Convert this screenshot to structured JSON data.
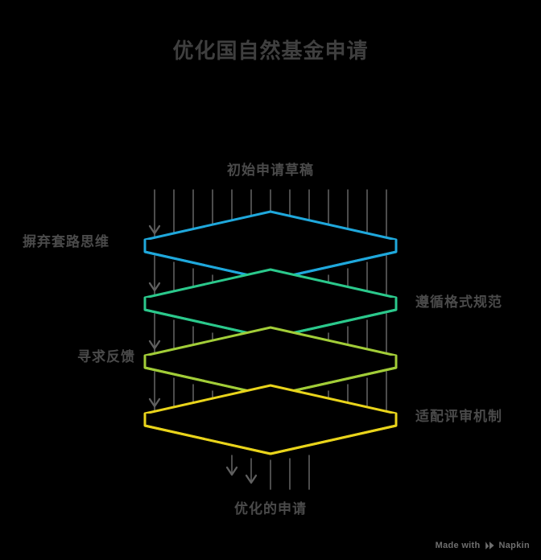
{
  "title": "优化国自然基金申请",
  "labels": {
    "input": "初始申请草稿",
    "output": "优化的申请",
    "layer1_left": "摒弃套路思维",
    "layer2_right": "遵循格式规范",
    "layer3_left": "寻求反馈",
    "layer4_right": "适配评审机制"
  },
  "layers": [
    {
      "name": "摒弃套路思维",
      "color": "#1FA8DC",
      "side": "left"
    },
    {
      "name": "遵循格式规范",
      "color": "#2BC98C",
      "side": "right"
    },
    {
      "name": "寻求反馈",
      "color": "#A2CD38",
      "side": "left"
    },
    {
      "name": "适配评审机制",
      "color": "#E9D41B",
      "side": "right"
    }
  ],
  "colors": {
    "background": "#000000",
    "title_text": "#3f3f3f",
    "label_text": "#4a4a4a",
    "arrow": "#606060",
    "layer_blue": "#1FA8DC",
    "layer_green": "#2BC98C",
    "layer_lime": "#A2CD38",
    "layer_yellow": "#E9D41B",
    "watermark_text": "#6e6e6e"
  },
  "watermark": {
    "prefix": "Made with",
    "brand": "Napkin",
    "logo_icon": "napkin-logo-icon"
  }
}
